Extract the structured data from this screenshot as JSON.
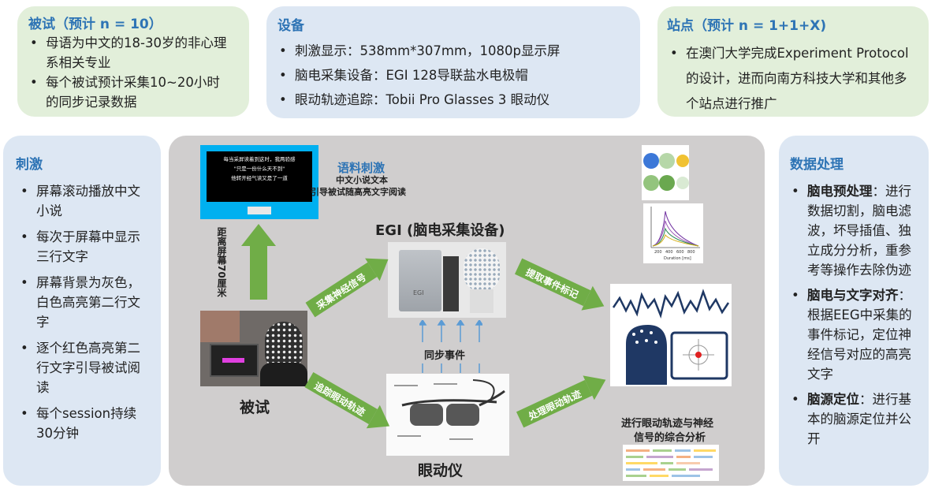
{
  "participants": {
    "title": "被试（预计 n = 10）",
    "items": [
      "母语为中文的18-30岁的非心理系相关专业",
      "每个被试预计采集10~20小时的同步记录数据"
    ]
  },
  "equipment": {
    "title": "设备",
    "items": [
      "刺激显示：538mm*307mm，1080p显示屏",
      "脑电采集设备：EGI 128导联盐水电极帽",
      "眼动轨迹追踪：Tobii Pro Glasses 3 眼动仪"
    ]
  },
  "sites": {
    "title": "站点（预计 n = 1+1+X)",
    "items": [
      "在澳门大学完成Experiment Protocol的设计，进而向南方科技大学和其他多个站点进行推广"
    ]
  },
  "stimulus": {
    "title": "刺激",
    "items": [
      "屏幕滚动播放中文小说",
      "每次于屏幕中显示三行文字",
      "屏幕背景为灰色，白色高亮第二行文字",
      "逐个红色高亮第二行文字引导被试阅读",
      "每个session持续30分钟"
    ]
  },
  "processing": {
    "title": "数据处理",
    "items": [
      {
        "bold": "脑电预处理",
        "text": "：进行数据切割，脑电滤波，坏导插值、独立成分分析，重参考等操作去除伪迹"
      },
      {
        "bold": "脑电与文字对齐",
        "text": "：根据EEG中采集的事件标记，定位神经信号对应的高亮文字"
      },
      {
        "bold": "脑源定位",
        "text": "：进行基本的脑源定位并公开"
      }
    ]
  },
  "center": {
    "screen_lines": [
      "每当采屏读着到这时，我两验感",
      "\"只是一份什么天不到\"",
      "他转开经气读又是了一道"
    ],
    "corpus_title": "语料刺激",
    "corpus_line1": "中文小说文本",
    "corpus_line2": "引导被试随高亮文字阅读",
    "distance_label": "距离屏幕70厘米",
    "egi_label": "EGI (脑电采集设备)",
    "subject_label": "被试",
    "eyetracker_label": "眼动仪",
    "sync_label": "同步事件",
    "arrow_collect": "采集神经信号",
    "arrow_track": "追踪眼动轨迹",
    "arrow_extract": "提取事件标记",
    "arrow_process": "处理眼动轨迹",
    "analysis_line1": "进行眼动轨迹与神经",
    "analysis_line2": "信号的综合分析",
    "egi_device_text": "EGI",
    "plot_xlabel": "Duration [ms]",
    "plot_ticks": [
      "200",
      "400",
      "600",
      "800"
    ]
  },
  "colors": {
    "accent": "#2e74b5",
    "arrow": "#70ad47",
    "green_box": "#e2efda",
    "blue_box": "#dde7f3",
    "center": "#d0cece"
  }
}
